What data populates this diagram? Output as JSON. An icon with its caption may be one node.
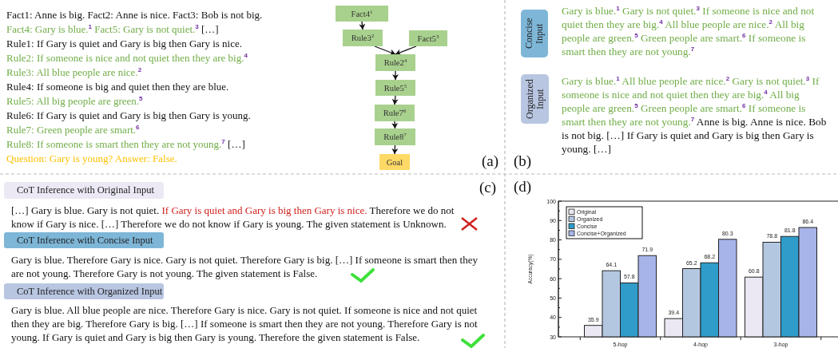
{
  "diagram": {
    "nodes": [
      {
        "text": [
          "Fact4$^{1}$"
        ]
      },
      {
        "text": [
          "Rule3$^{2}$"
        ]
      },
      {
        "text": [
          "Fact5$^{3}$"
        ]
      },
      {
        "text": [
          "Rule2$^{4}$"
        ]
      },
      {
        "text": [
          "Rule5$^{5}$"
        ]
      },
      {
        "text": [
          "Rule7$^{6}$"
        ]
      },
      {
        "text": [
          "Rule8$^{7}$"
        ]
      },
      {
        "text": [
          "Goal"
        ]
      },
      {
        "text": [
          "Concise Input"
        ]
      },
      {
        "text": [
          "Organized Input"
        ]
      },
      {
        "text": [
          "CoT Inference with Original Input"
        ]
      },
      {
        "text": [
          "CoT Inference with Concise Input"
        ]
      },
      {
        "text": [
          "CoT Inference with Organized Input"
        ]
      }
    ],
    "edges": [
      {
        "from": 0,
        "to": 1,
        "arrow": "to"
      },
      {
        "from": 1,
        "to": 3,
        "arrow": "to"
      },
      {
        "from": 2,
        "to": 3,
        "arrow": "to"
      },
      {
        "from": 3,
        "to": 4,
        "arrow": "to"
      },
      {
        "from": 4,
        "to": 5,
        "arrow": "to"
      },
      {
        "from": 5,
        "to": 6,
        "arrow": "to"
      },
      {
        "from": 6,
        "to": 7,
        "arrow": "to"
      }
    ],
    "labels": [
      "Fact1: Anne is big. Fact2: Anne is nice. Fact3: Bob is not big.",
      "Fact4: Gary is blue.$^{1}$ Fact5: Gary is not quiet.$^{3}$",
      "[…]",
      "Rule1: If Gary is quiet and Gary is big then Gary is nice.",
      "Rule2: If someone is nice and not quiet then they are big.$^{4}$",
      "Rule3: All blue people are nice.$^{2}$",
      "Rule4: If someone is big and quiet then they are blue.",
      "Rule5: All big people are green.$^{5}$",
      "Rule6: If Gary is quiet and Gary is big then Gary is young.",
      "Rule7: Green people are smart.$^{6}$",
      "Rule8: If someone is smart then they are not young.$^{7}$",
      "[…]",
      "Question: Gary is young? Answer: False.",
      "(a)",
      "Gary is blue.$^{1}$ Gary is not quiet.$^{3}$ If someone is nice and not quiet then they are big.$^{4}$ All blue people are nice.$^{2}$ All big people are green.$^{5}$ Green people are smart.$^{6}$ If someone is smart then they are not young.$^{7}$",
      "Gary is blue.$^{1}$ All blue people are nice.$^{2}$ Gary is not quiet.$^{3}$ If someone is nice and not quiet then they are big.$^{4}$ All big people are green.$^{5}$ Green people are smart.$^{6}$ If someone is smart then they are not young.$^{7}$",
      "Anne is big. Anne is nice. Bob is not big. […] If Gary is quiet and Gary is big then Gary is young. […]",
      "(b)",
      "(c)",
      "[…] Gary is blue. Gary is not quiet.",
      "If Gary is quiet and Gary is big then Gary is nice.",
      "Therefore we do not know if Gary is nice. […] Therefore we do not know if Gary is young. The given statement is Unknown.",
      "Gary is blue. Therefore Gary is nice. Gary is not quiet. Therefore Gary is big. […] If someone is smart then they are not young. Therefore Gary is not young. The given statement is False.",
      "Gary is blue. All blue people are nice. Therefore Gary is nice. Gary is not quiet. If someone is nice and not quiet then they are big. Therefore Gary is big. […] If someone is smart then they are not young. Therefore Gary is not young. If Gary is quiet and Gary is big then Gary is young. Therefore the given statement is False.",
      "(d)"
    ],
    "chart_data": {
      "type": "bar",
      "ylabel": "Accuracy(%)",
      "categories": [
        "5-hop",
        "4-hop",
        "3-hop"
      ],
      "series": [
        {
          "name": "Original",
          "color": "#ebe8f3",
          "values": [
            35.9,
            39.4,
            60.8
          ]
        },
        {
          "name": "Organized",
          "color": "#b4c7e0",
          "values": [
            64.1,
            65.2,
            78.8
          ]
        },
        {
          "name": "Concise",
          "color": "#2f9cc9",
          "values": [
            57.8,
            68.2,
            81.8
          ]
        },
        {
          "name": "Concise+Organized",
          "color": "#a7b4ea",
          "values": [
            71.9,
            80.3,
            86.4
          ]
        }
      ],
      "ylim": [
        30,
        100
      ],
      "yticks": [
        30,
        40,
        50,
        60,
        70,
        80,
        90,
        100
      ],
      "data_labels": true,
      "legend": true
    }
  }
}
